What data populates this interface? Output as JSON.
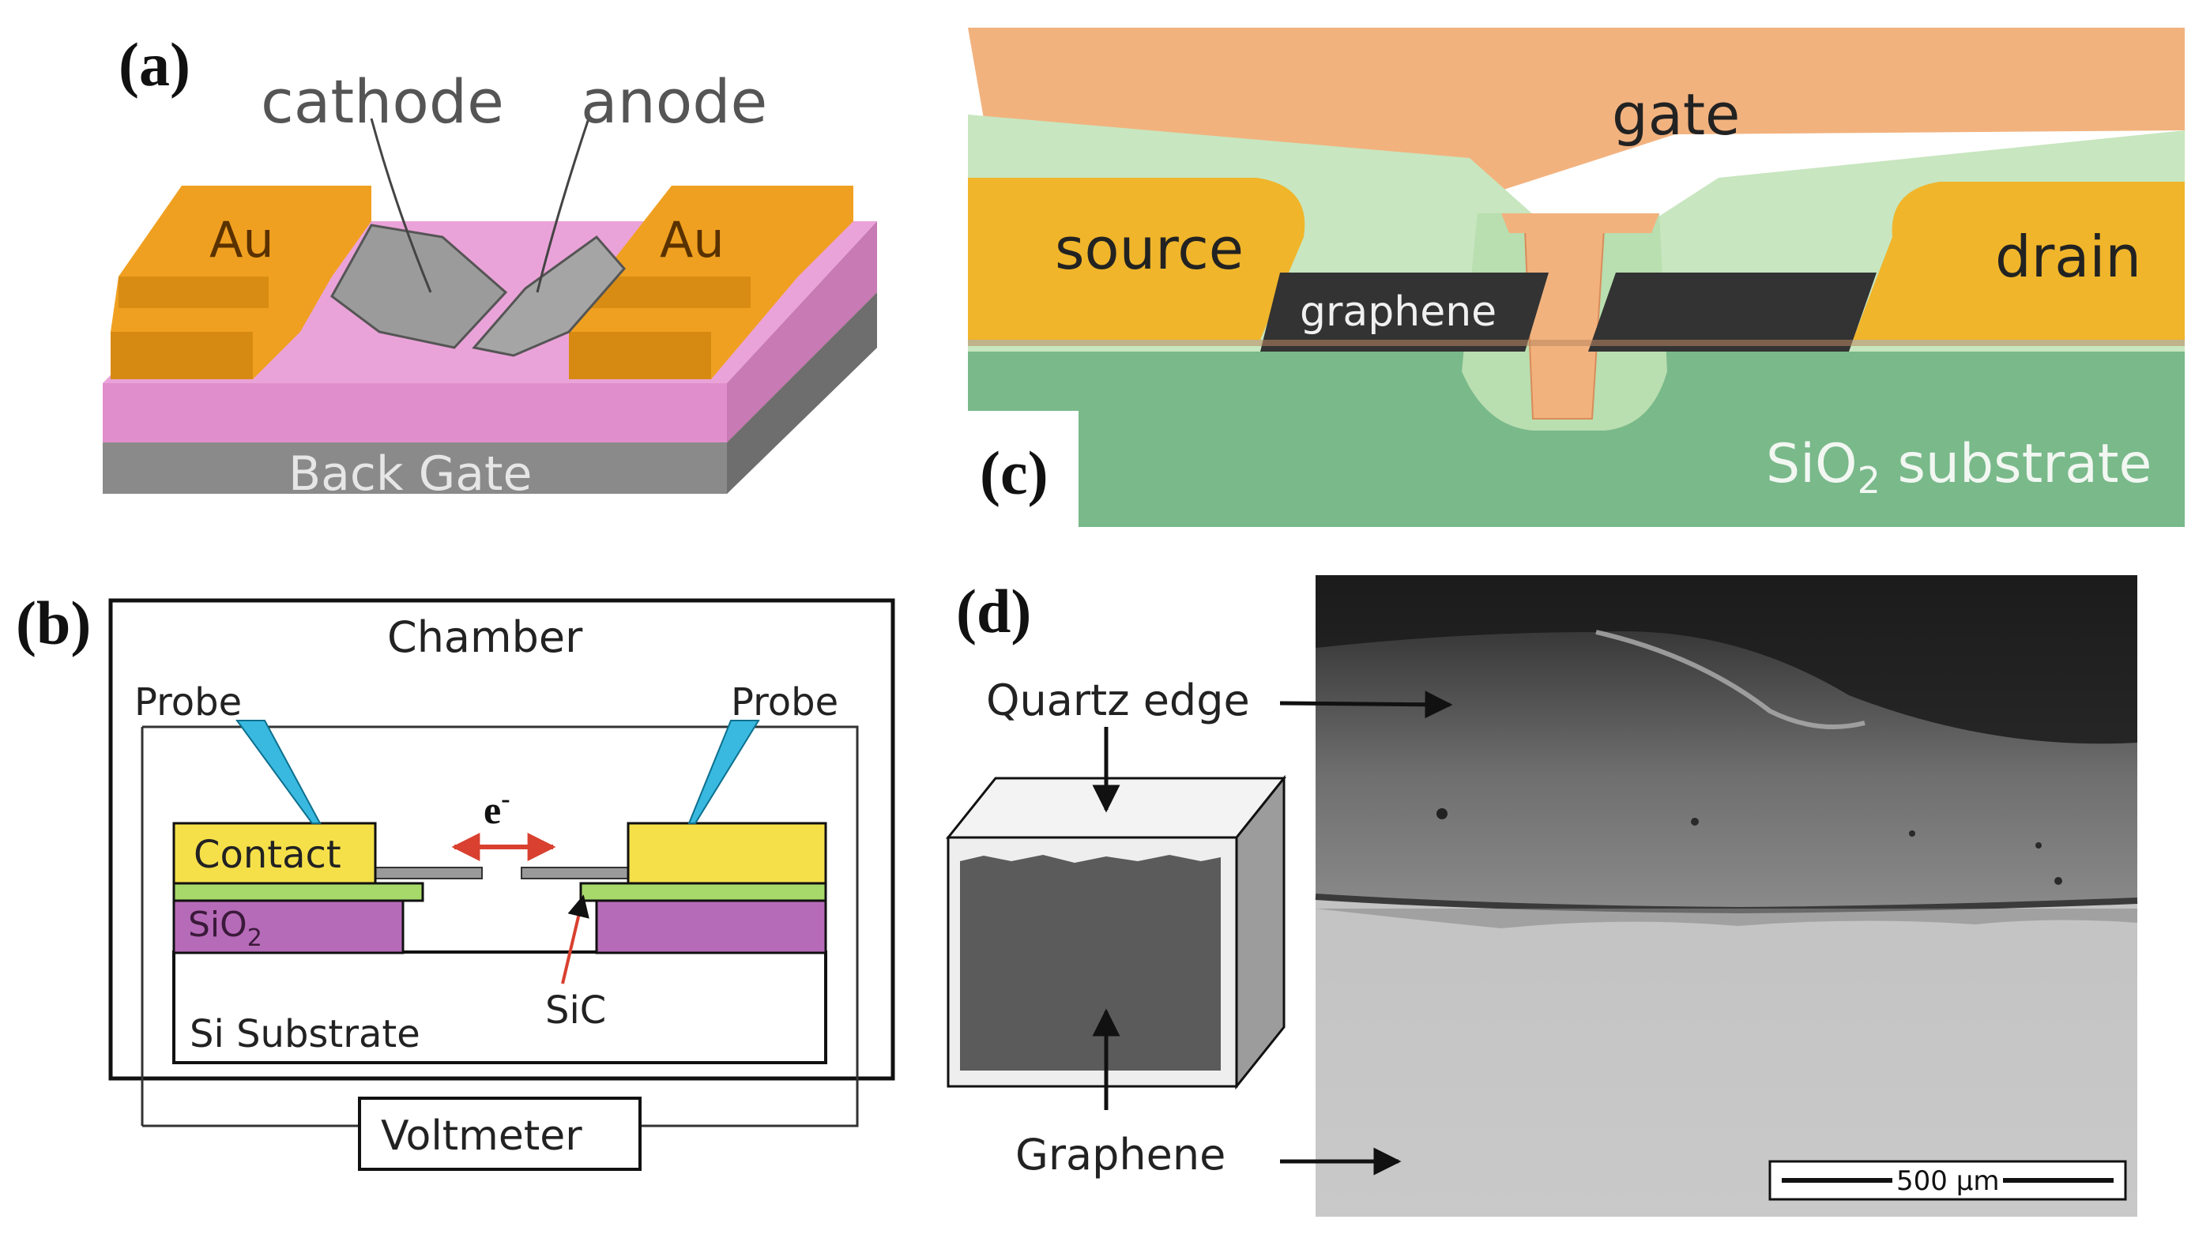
{
  "panels": {
    "a": {
      "letter": "(a)",
      "labels": {
        "cathode": "cathode",
        "anode": "anode",
        "au_left": "Au",
        "au_right": "Au",
        "back_gate": "Back Gate"
      }
    },
    "b": {
      "letter": "(b)",
      "labels": {
        "chamber": "Chamber",
        "probe_left": "Probe",
        "probe_right": "Probe",
        "electron": "e",
        "electron_sup": "-",
        "contact": "Contact",
        "sio2": "SiO",
        "sio2_sub": "2",
        "si_substrate": "Si Substrate",
        "sic": "SiC",
        "voltmeter": "Voltmeter"
      },
      "colors": {
        "contact": "#f5e04a",
        "sio2": "#b66bb8",
        "sic_layer": "#a6d96a",
        "probe": "#39b9df",
        "arrow": "#d9402f"
      }
    },
    "c": {
      "letter": "(c)",
      "labels": {
        "gate": "gate",
        "source": "source",
        "drain": "drain",
        "graphene": "graphene",
        "substrate": "SiO",
        "substrate_sub": "2",
        "substrate_suffix": " substrate"
      },
      "colors": {
        "gate": "#f2b27e",
        "metal": "#f0b52a",
        "oxide_light": "#c8e6bf",
        "substrate": "#79b98a",
        "graphene": "#333333"
      }
    },
    "d": {
      "letter": "(d)",
      "labels": {
        "quartz_edge": "Quartz edge",
        "graphene": "Graphene",
        "scale_bar": "500 µm"
      }
    }
  }
}
